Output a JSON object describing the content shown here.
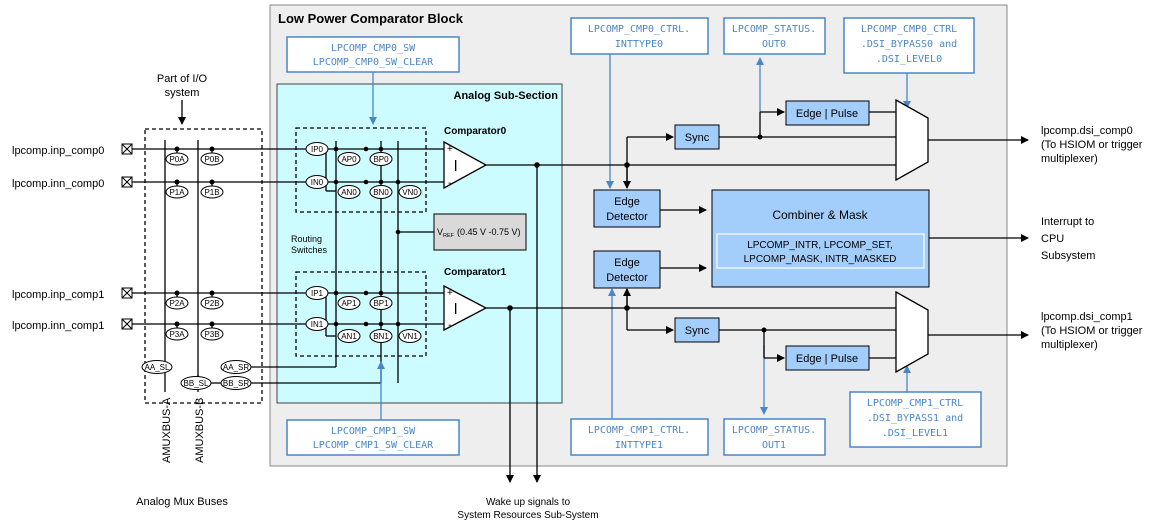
{
  "block_title": "Low Power Comparator Block",
  "analog_title": "Analog Sub-Section",
  "io_title_1": "Part of I/O",
  "io_title_2": "system",
  "pins": {
    "inp0": "lpcomp.inp_comp0",
    "inn0": "lpcomp.inn_comp0",
    "inp1": "lpcomp.inp_comp1",
    "inn1": "lpcomp.inn_comp1"
  },
  "io_switches": {
    "p0a": "P0A",
    "p0b": "P0B",
    "p1a": "P1A",
    "p1b": "P1B",
    "p2a": "P2A",
    "p2b": "P2B",
    "p3a": "P3A",
    "p3b": "P3B",
    "aa_sl": "AA_SL",
    "bb_sl": "BB_SL",
    "aa_sr": "AA_SR",
    "bb_sr": "BB_SR"
  },
  "bus": {
    "a": "AMUXBUS-A",
    "b": "AMUXBUS-B",
    "caption": "Analog Mux Buses"
  },
  "comparators": {
    "c0": "Comparator0",
    "c1": "Comparator1",
    "glyph": "l",
    "plus": "+",
    "minus": "-"
  },
  "cmp_switches": {
    "ip0": "IP0",
    "ap0": "AP0",
    "bp0": "BP0",
    "in0": "IN0",
    "an0": "AN0",
    "bn0": "BN0",
    "vn0": "VN0",
    "ip1": "IP1",
    "ap1": "AP1",
    "bp1": "BP1",
    "in1": "IN1",
    "an1": "AN1",
    "bn1": "BN1",
    "vn1": "VN1"
  },
  "vref": {
    "prefix": "V",
    "sub": "REF",
    "range": "(0.45 V -0.75 V)"
  },
  "routing_1": "Routing",
  "routing_2": "Switches",
  "registers": {
    "cmp0_sw_1": "LPCOMP_CMP0_SW",
    "cmp0_sw_2": "LPCOMP_CMP0_SW_CLEAR",
    "cmp1_sw_1": "LPCOMP_CMP1_SW",
    "cmp1_sw_2": "LPCOMP_CMP1_SW_CLEAR",
    "cmp0_ctrl_1": "LPCOMP_CMP0_CTRL.",
    "cmp0_ctrl_2": "INTTYPE0",
    "status0_1": "LPCOMP_STATUS.",
    "status0_2": "OUT0",
    "cmp0_bypass_1": "LPCOMP_CMP0_CTRL",
    "cmp0_bypass_2": ".DSI_BYPASS0 and",
    "cmp0_bypass_3": ".DSI_LEVEL0",
    "cmp1_ctrl_1": "LPCOMP_CMP1_CTRL.",
    "cmp1_ctrl_2": "INTTYPE1",
    "status1_1": "LPCOMP_STATUS.",
    "status1_2": "OUT1",
    "cmp1_bypass_1": "LPCOMP_CMP1_CTRL",
    "cmp1_bypass_2": ".DSI_BYPASS1 and",
    "cmp1_bypass_3": ".DSI_LEVEL1"
  },
  "blocks": {
    "sync": "Sync",
    "edge_pulse": "Edge | Pulse",
    "edge_detector_1": "Edge",
    "edge_detector_2": "Detector",
    "combiner": "Combiner & Mask",
    "intr_1": "LPCOMP_INTR, LPCOMP_SET,",
    "intr_2": "LPCOMP_MASK, INTR_MASKED"
  },
  "outputs": {
    "dsi0_1": "lpcomp.dsi_comp0",
    "dsi0_2": "(To HSIOM or trigger",
    "dsi0_3": "multiplexer)",
    "int_1": "Interrupt to",
    "int_2": "CPU",
    "int_3": "Subsystem",
    "dsi1_1": "lpcomp.dsi_comp1",
    "dsi1_2": "(To HSIOM or trigger",
    "dsi1_3": "multiplexer)"
  },
  "wakeup_1": "Wake up signals to",
  "wakeup_2": "System Resources Sub-System",
  "colors": {
    "block_bg": "#eeeeee",
    "analog_bg": "#ccfcff",
    "block_fill": "#a3cdfa",
    "register_text": "#4a86c8",
    "vref_fill": "#d9d9d9"
  }
}
